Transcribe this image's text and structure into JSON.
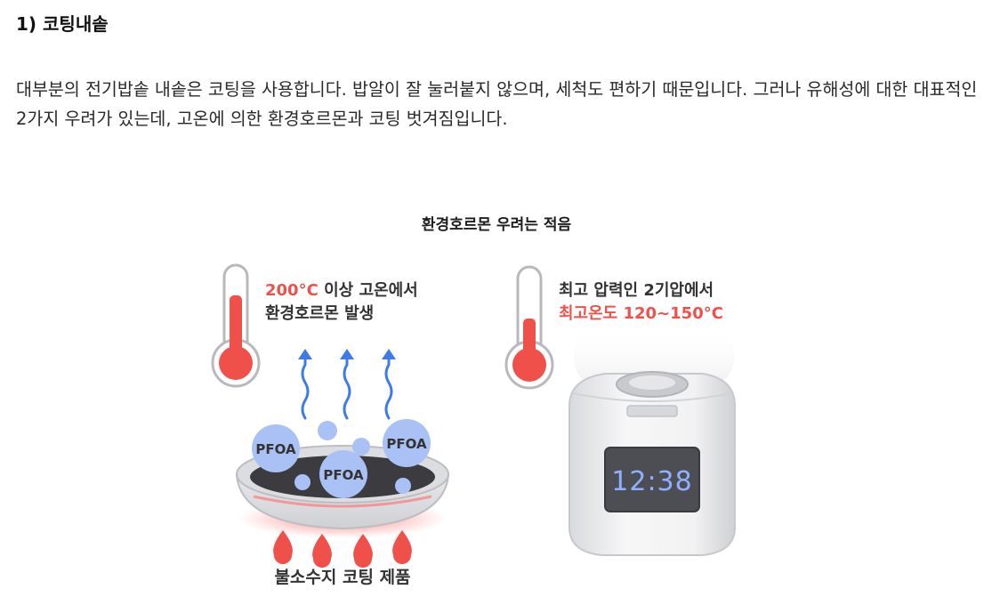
{
  "section": {
    "title": "1) 코팅내솥"
  },
  "paragraph": "대부분의 전기밥솥 내솥은 코팅을 사용합니다. 밥알이 잘 눌러붙지 않으며, 세척도 편하기 때문입니다. 그러나 유해성에 대한 대표적인 2가지 우려가 있는데, 고온에 의한 환경호르몬과 코팅 벗겨짐입니다.",
  "figure": {
    "title": "환경호르몬 우려는 적음",
    "left": {
      "temp_highlight": "200°C",
      "temp_line1_rest": " 이상 고온에서",
      "temp_line2": "환경호르몬 발생",
      "bubble_label": "PFOA",
      "caption": "불소수지 코팅 제품"
    },
    "right": {
      "pressure_line": "최고 압력인 2기압에서",
      "temp_line": "최고온도 120~150°C",
      "display_time": "12:38"
    },
    "colors": {
      "accent_red": "#f0504a",
      "bubble_blue": "#a9c1f4",
      "arrow_blue": "#3f7be6",
      "display_blue": "#8fb0ff"
    }
  }
}
